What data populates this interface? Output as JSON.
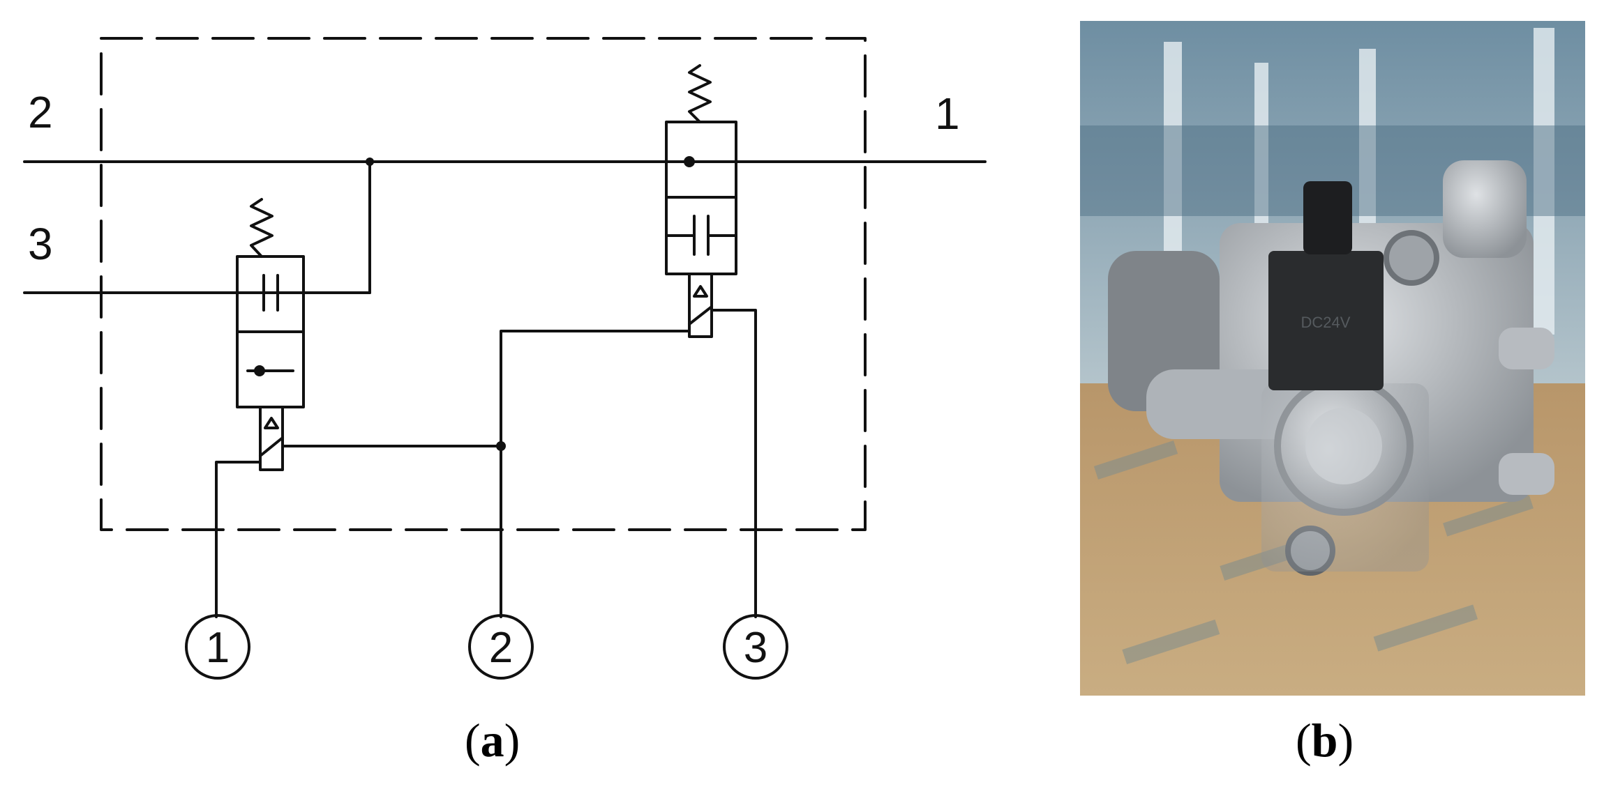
{
  "schematic": {
    "ports_left": [
      "2",
      "3"
    ],
    "port_right": "1",
    "circled_ports": [
      "1",
      "2",
      "3"
    ]
  },
  "captions": {
    "a_open": "(",
    "a_letter": "a",
    "a_close": ")",
    "b_open": "(",
    "b_letter": "b",
    "b_close": ")"
  },
  "photo": {
    "coil_marking": "DC24V",
    "colors": {
      "body": "#b8bcc0",
      "coil": "#2a2c2e",
      "box": "#c4a57a",
      "floor": "#8aa0a8"
    }
  }
}
